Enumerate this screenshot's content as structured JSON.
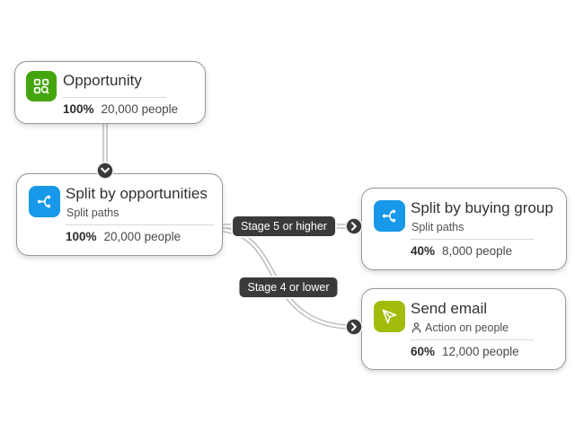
{
  "colors": {
    "opportunity_green": "#45a50f",
    "split_blue": "#1798e8",
    "send_green": "#a3bc0b",
    "connector_dark": "#3a3a3a",
    "card_border": "#979797"
  },
  "nodes": [
    {
      "title": "Opportunity",
      "percent": "100%",
      "people": "20,000 people"
    },
    {
      "title": "Split by opportunities",
      "subtitle": "Split paths",
      "percent": "100%",
      "people": "20,000 people"
    },
    {
      "title": "Split by buying group",
      "subtitle": "Split paths",
      "percent": "40%",
      "people": "8,000 people"
    },
    {
      "title": "Send email",
      "subtitle": "Action on people",
      "percent": "60%",
      "people": "12,000 people"
    }
  ],
  "edge_labels": [
    {
      "text": "Stage 5 or higher"
    },
    {
      "text": "Stage 4 or lower"
    }
  ]
}
